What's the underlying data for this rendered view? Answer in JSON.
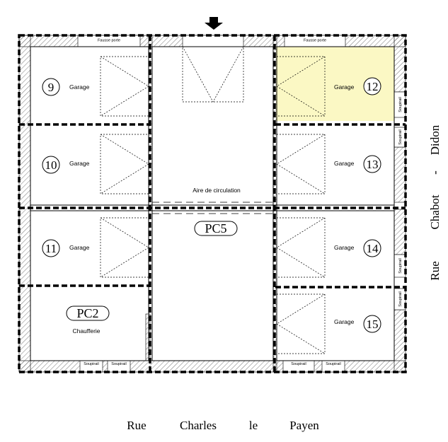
{
  "garage_label": "Garage",
  "garages": {
    "g9": {
      "number": "9"
    },
    "g10": {
      "number": "10"
    },
    "g11": {
      "number": "11"
    },
    "g12": {
      "number": "12"
    },
    "g13": {
      "number": "13"
    },
    "g14": {
      "number": "14"
    },
    "g15": {
      "number": "15"
    }
  },
  "pc2": {
    "code": "PC2",
    "label": "Chaufferie"
  },
  "pc5": {
    "code": "PC5",
    "label": "Aire de circulation"
  },
  "fausse_porte_label": "Fausse porte",
  "soupirail_label": "Soupirail",
  "street_bottom": {
    "w1": "Rue",
    "w2": "Charles",
    "w3": "le",
    "w4": "Payen"
  },
  "street_right": {
    "w1": "Rue",
    "w2": "Chabot",
    "w3": "-",
    "w4": "Didon"
  },
  "colors": {
    "highlight": "#fbf8c4",
    "hatch": "#444444",
    "wall": "#000000"
  }
}
